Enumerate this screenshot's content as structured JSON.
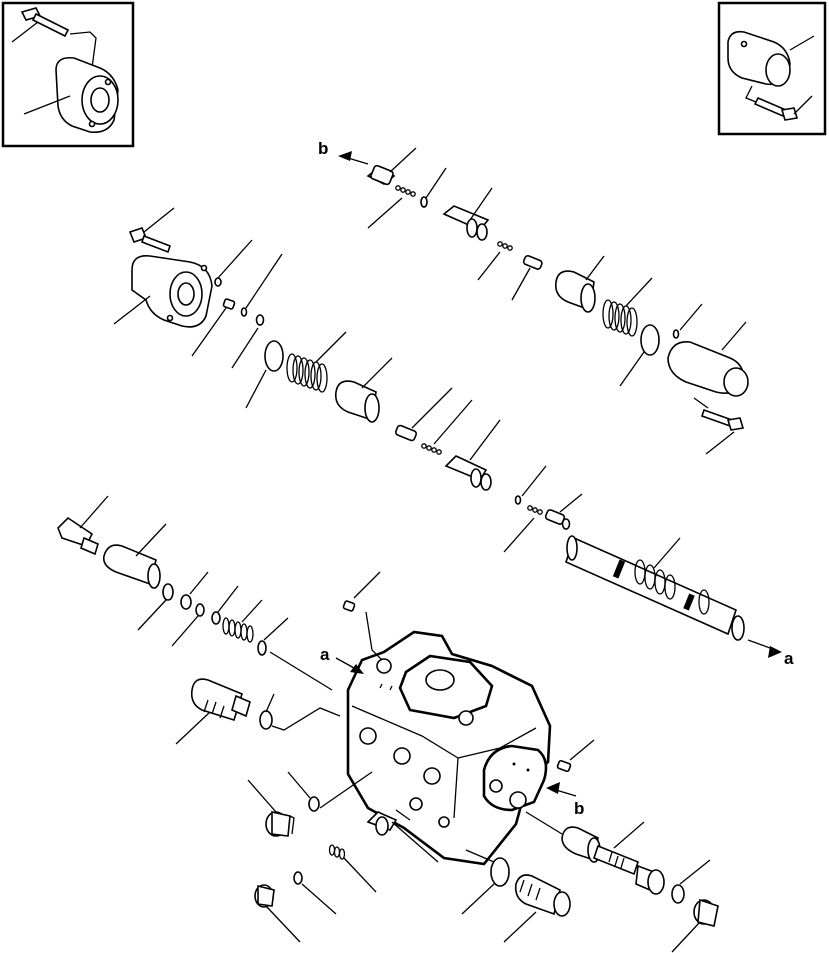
{
  "diagram": {
    "arrow_labels": {
      "a_output": "a",
      "a_input": "a",
      "b_output": "b",
      "b_input": "b"
    }
  }
}
